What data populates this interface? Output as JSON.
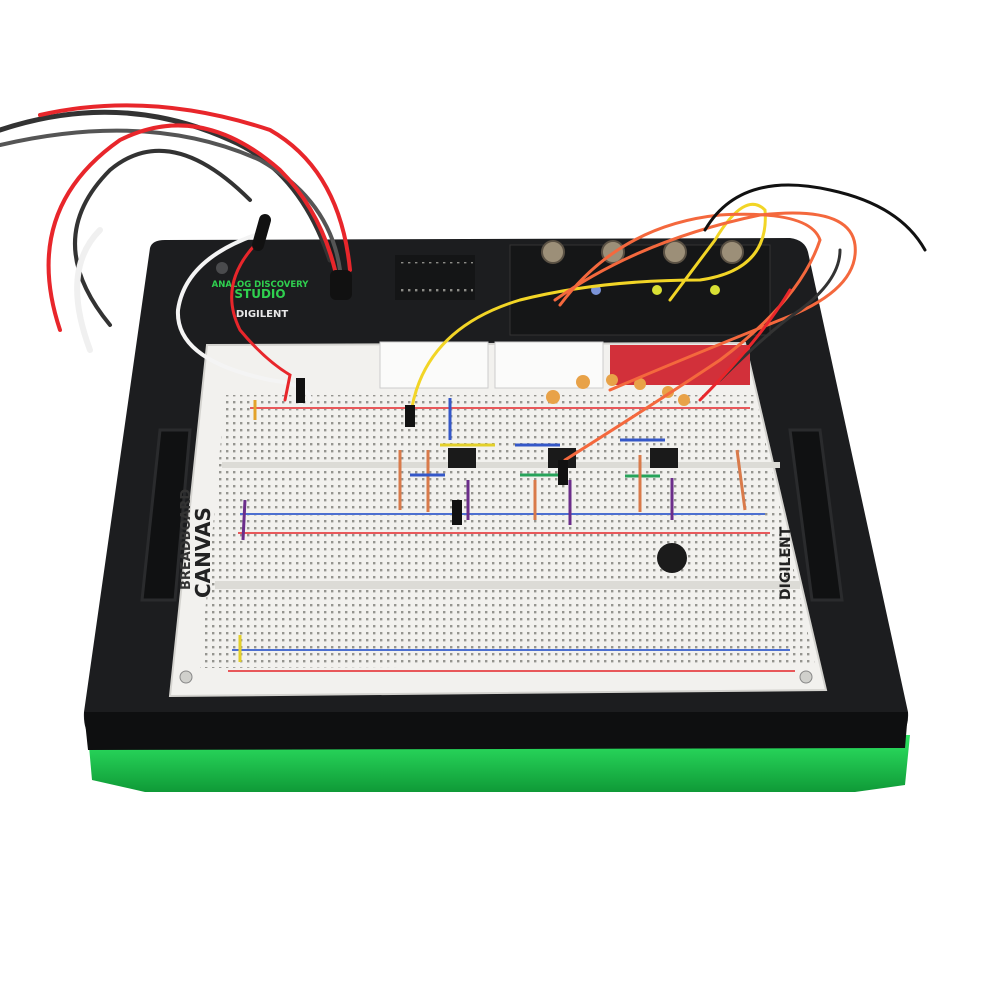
{
  "product": {
    "module_label_top": "ANALOG DISCOVERY",
    "module_label_bottom": "STUDIO",
    "module_brand": "DIGILENT",
    "breadboard_label_1": "BREADBOARD",
    "breadboard_label_2": "CANVAS",
    "breadboard_brand": "DIGILENT"
  },
  "colors": {
    "base": "#1b1c1d",
    "accent_green": "#19c94a",
    "breadboard": "#f2f1ee",
    "wire_red": "#e8262b",
    "wire_orange": "#f4683d",
    "wire_yellow": "#f2d526"
  }
}
